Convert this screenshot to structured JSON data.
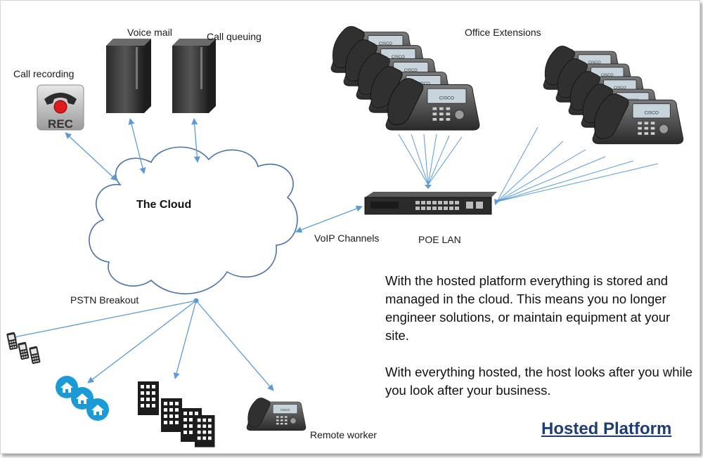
{
  "labels": {
    "call_recording": "Call recording",
    "voice_mail": "Voice mail",
    "call_queuing": "Call queuing",
    "office_extensions": "Office Extensions",
    "the_cloud": "The Cloud",
    "voip_channels": "VoIP Channels",
    "poe_lan": "POE LAN",
    "pstn_breakout": "PSTN Breakout",
    "remote_worker": "Remote worker"
  },
  "icons": {
    "rec_text": "REC",
    "phone_brand": "CISCO"
  },
  "description": {
    "paragraph1": "With the hosted platform everything is stored and managed in the cloud. This means you no longer engineer solutions, or maintain equipment at your site.",
    "paragraph2": "With everything hosted, the host looks after you while you look after your business."
  },
  "title": "Hosted Platform",
  "colors": {
    "arrow": "#5b9bd5",
    "cloud_outline": "#4a72a8",
    "title": "#1f3d73",
    "home_icon": "#1a9ad6"
  }
}
